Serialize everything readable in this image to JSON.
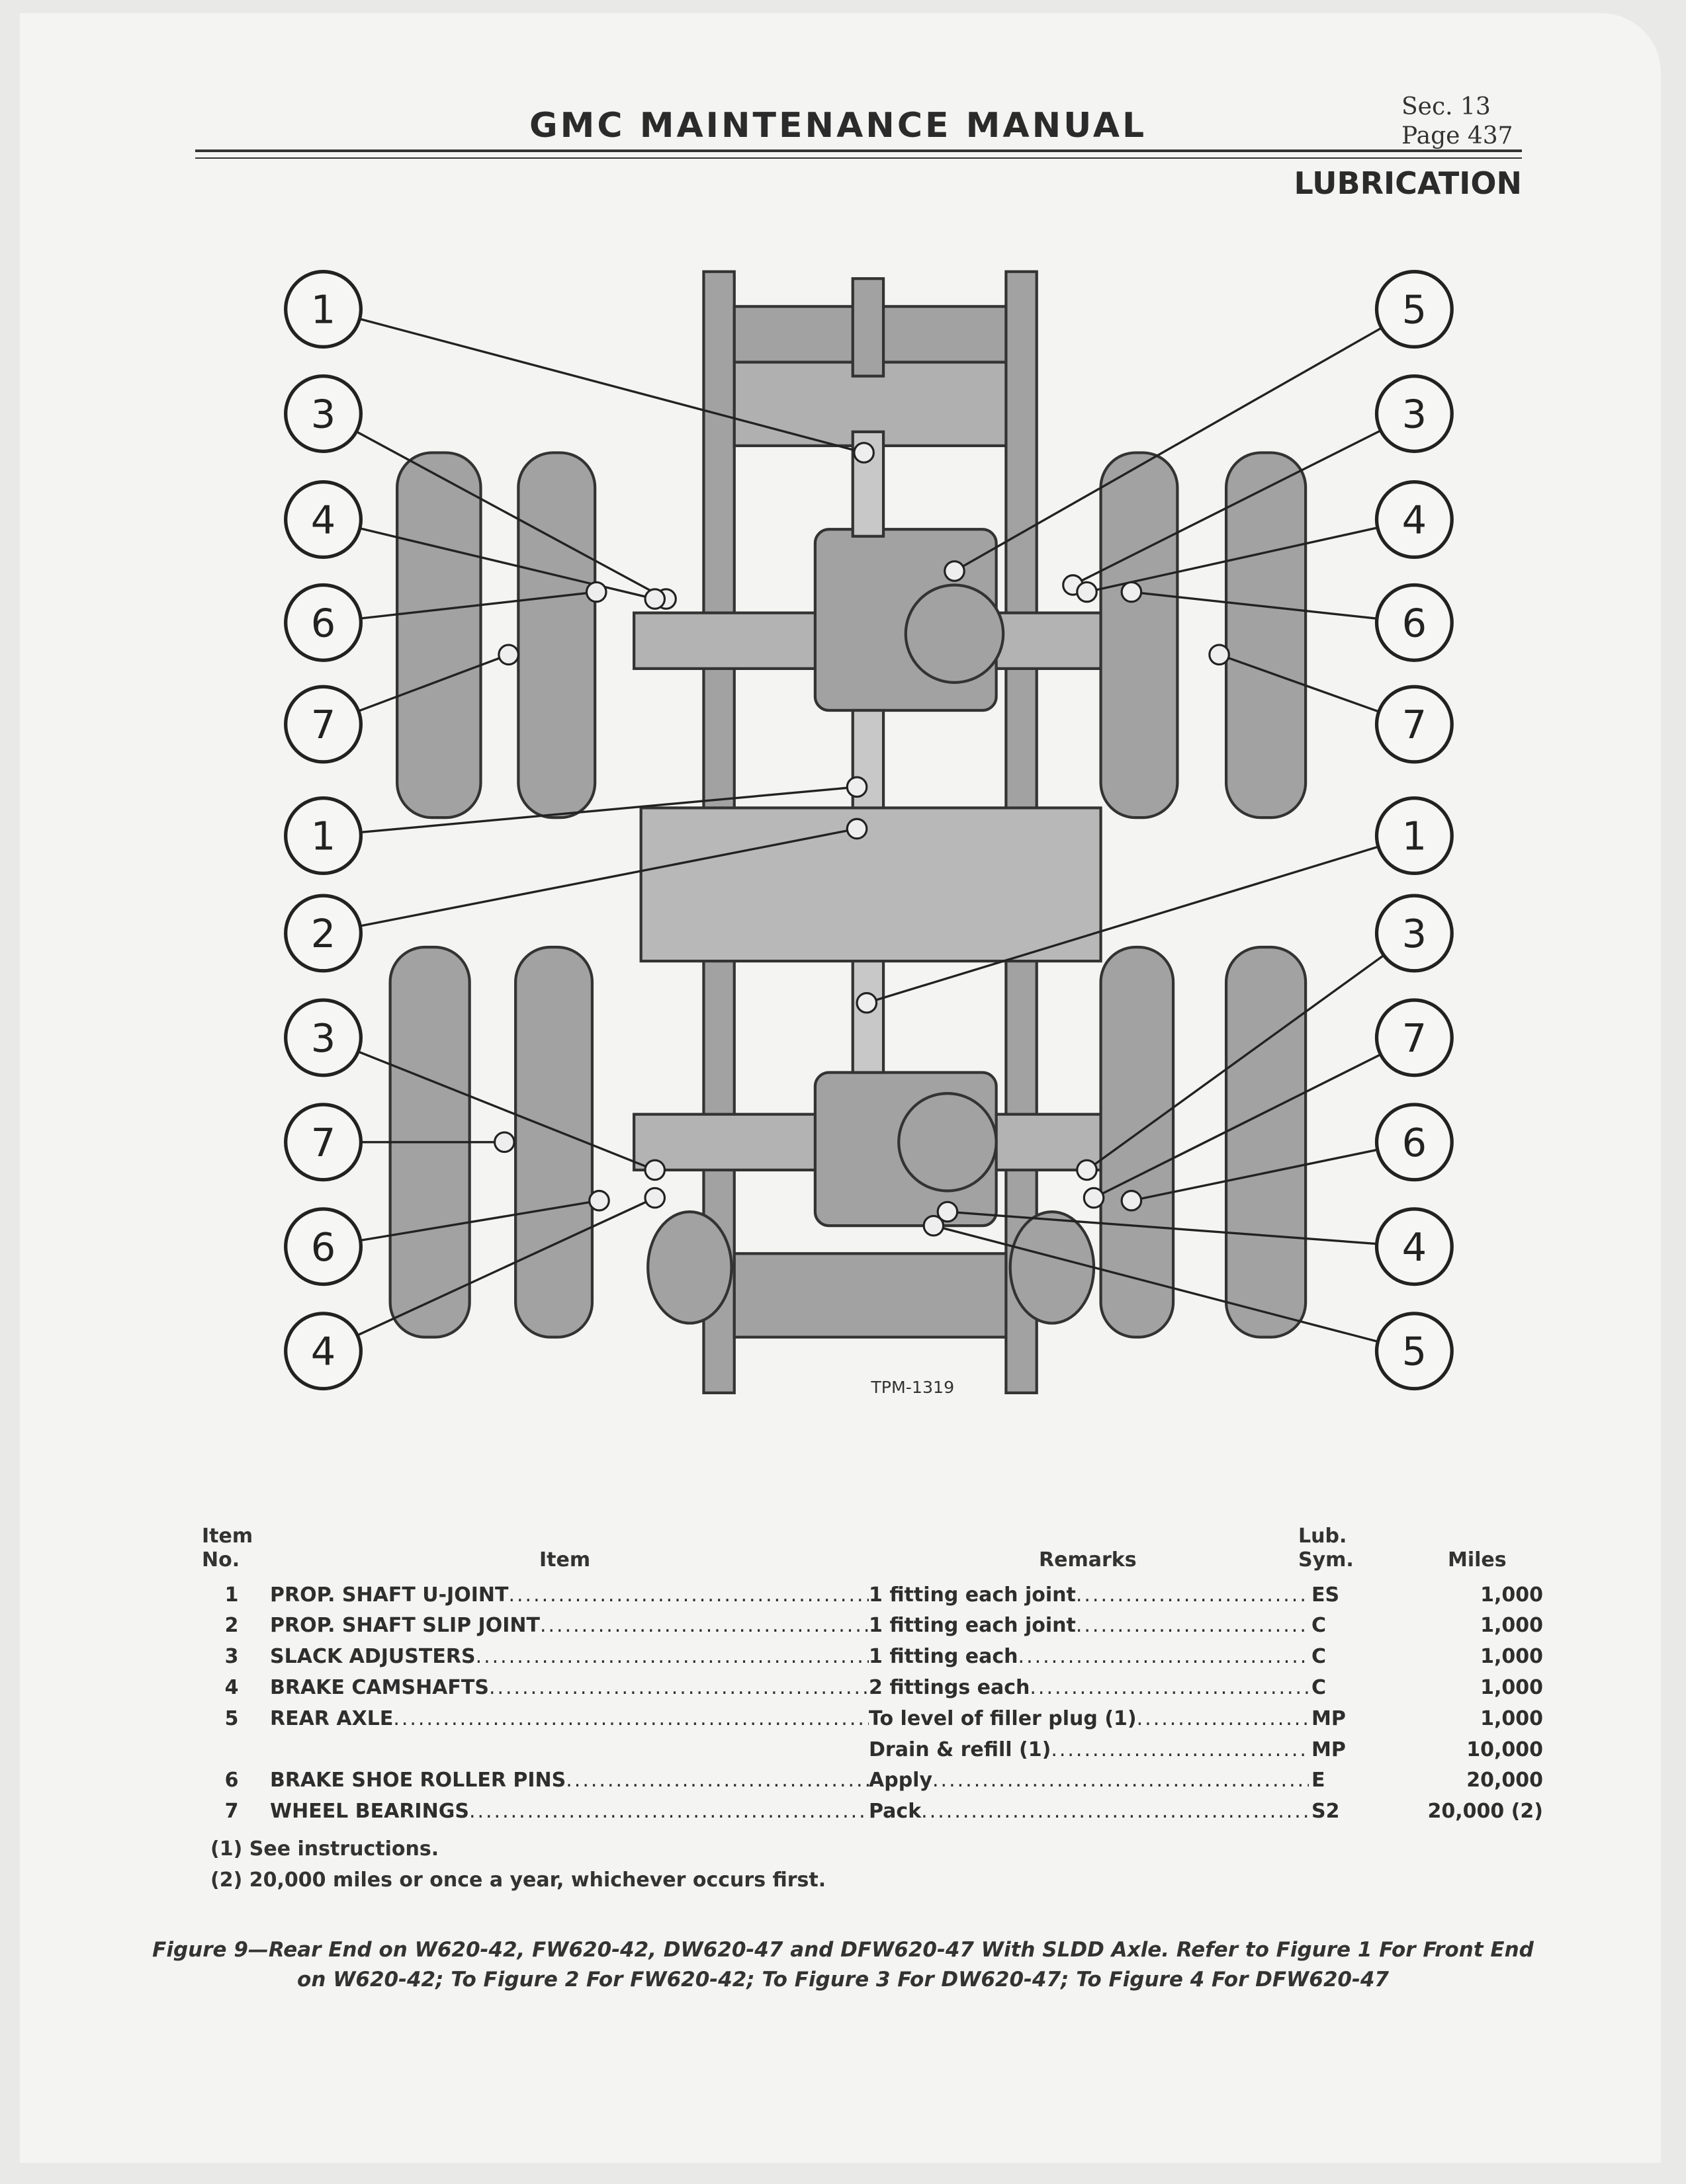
{
  "header": {
    "title": "GMC MAINTENANCE MANUAL",
    "sec": "Sec. 13",
    "page": "Page 437",
    "section": "LUBRICATION"
  },
  "diagram": {
    "label": "TPM-1319",
    "callouts_left": [
      "1",
      "3",
      "4",
      "6",
      "7",
      "1",
      "2",
      "3",
      "7",
      "6",
      "4"
    ],
    "callouts_right": [
      "5",
      "3",
      "4",
      "6",
      "7",
      "1",
      "3",
      "7",
      "6",
      "4",
      "5"
    ]
  },
  "table": {
    "headers": {
      "item_no_1": "Item",
      "item_no_2": "No.",
      "item": "Item",
      "remarks": "Remarks",
      "sym_1": "Lub.",
      "sym_2": "Sym.",
      "miles": "Miles"
    },
    "rows": [
      {
        "no": "1",
        "item": "PROP. SHAFT U-JOINT",
        "remarks": "1 fitting each joint",
        "sym": "ES",
        "miles": "1,000",
        "note": ""
      },
      {
        "no": "2",
        "item": "PROP. SHAFT SLIP JOINT",
        "remarks": "1 fitting each joint",
        "sym": "C",
        "miles": "1,000",
        "note": ""
      },
      {
        "no": "3",
        "item": "SLACK ADJUSTERS",
        "remarks": "1 fitting each",
        "sym": "C",
        "miles": "1,000",
        "note": ""
      },
      {
        "no": "4",
        "item": "BRAKE CAMSHAFTS",
        "remarks": "2 fittings each",
        "sym": "C",
        "miles": "1,000",
        "note": ""
      },
      {
        "no": "5",
        "item": "REAR AXLE",
        "remarks": "To level of filler plug (1)",
        "sym": "MP",
        "miles": "1,000",
        "note": ""
      },
      {
        "no": "",
        "item": "",
        "remarks": "Drain & refill (1)",
        "sym": "MP",
        "miles": "10,000",
        "note": ""
      },
      {
        "no": "6",
        "item": "BRAKE SHOE ROLLER PINS",
        "remarks": "Apply",
        "sym": "E",
        "miles": "20,000",
        "note": ""
      },
      {
        "no": "7",
        "item": "WHEEL BEARINGS",
        "remarks": "Pack",
        "sym": "S2",
        "miles": "20,000",
        "note": "(2)"
      }
    ]
  },
  "footnotes": [
    "(1) See instructions.",
    "(2) 20,000 miles or once a year, whichever occurs first."
  ],
  "caption": {
    "line1": "Figure 9—Rear End on W620-42, FW620-42, DW620-47 and DFW620-47 With SLDD Axle. Refer to Figure 1 For Front End",
    "line2": "on W620-42; To Figure 2 For FW620-42; To Figure 3 For DW620-47; To Figure 4 For DFW620-47"
  }
}
